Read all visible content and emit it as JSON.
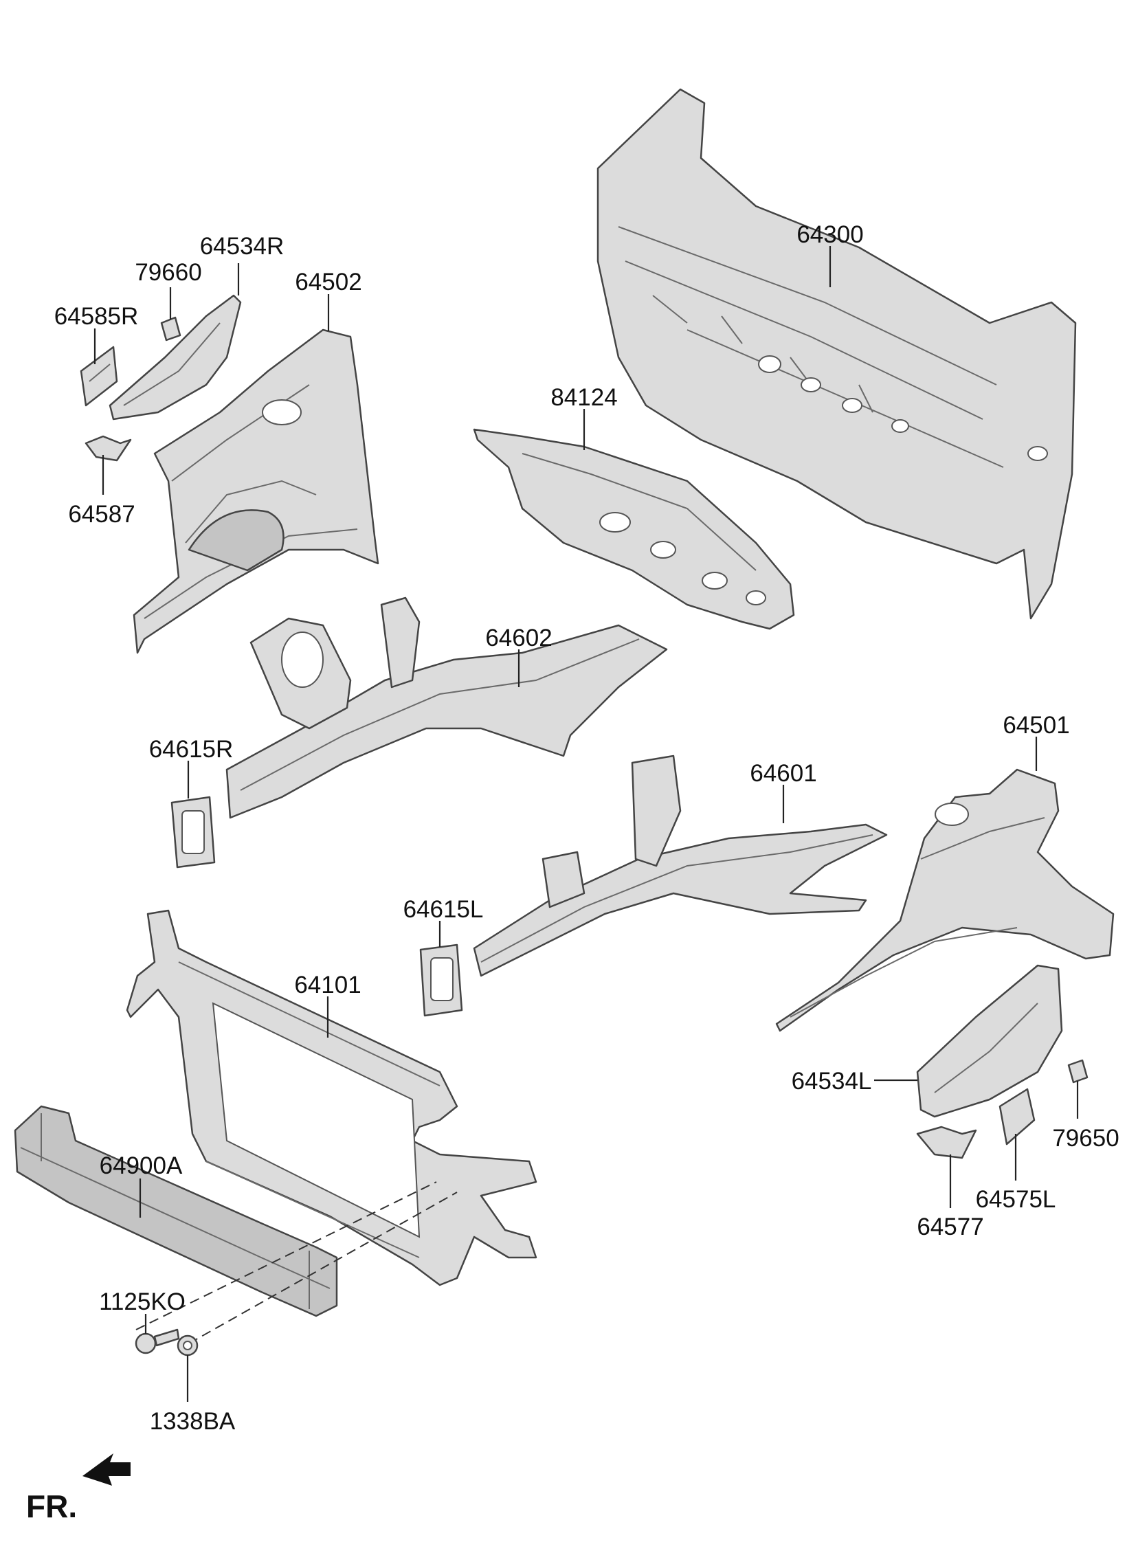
{
  "parts": [
    {
      "id": "p64300",
      "label": "64300"
    },
    {
      "id": "p64534R",
      "label": "64534R"
    },
    {
      "id": "p79660",
      "label": "79660"
    },
    {
      "id": "p64502",
      "label": "64502"
    },
    {
      "id": "p64585R",
      "label": "64585R"
    },
    {
      "id": "p84124",
      "label": "84124"
    },
    {
      "id": "p64587",
      "label": "64587"
    },
    {
      "id": "p64602",
      "label": "64602"
    },
    {
      "id": "p64501",
      "label": "64501"
    },
    {
      "id": "p64615R",
      "label": "64615R"
    },
    {
      "id": "p64601",
      "label": "64601"
    },
    {
      "id": "p64615L",
      "label": "64615L"
    },
    {
      "id": "p64101",
      "label": "64101"
    },
    {
      "id": "p64534L",
      "label": "64534L"
    },
    {
      "id": "p79650",
      "label": "79650"
    },
    {
      "id": "p64900A",
      "label": "64900A"
    },
    {
      "id": "p64575L",
      "label": "64575L"
    },
    {
      "id": "p64577",
      "label": "64577"
    },
    {
      "id": "p1125KO",
      "label": "1125KO"
    },
    {
      "id": "p1338BA",
      "label": "1338BA"
    }
  ],
  "direction_label": "FR."
}
